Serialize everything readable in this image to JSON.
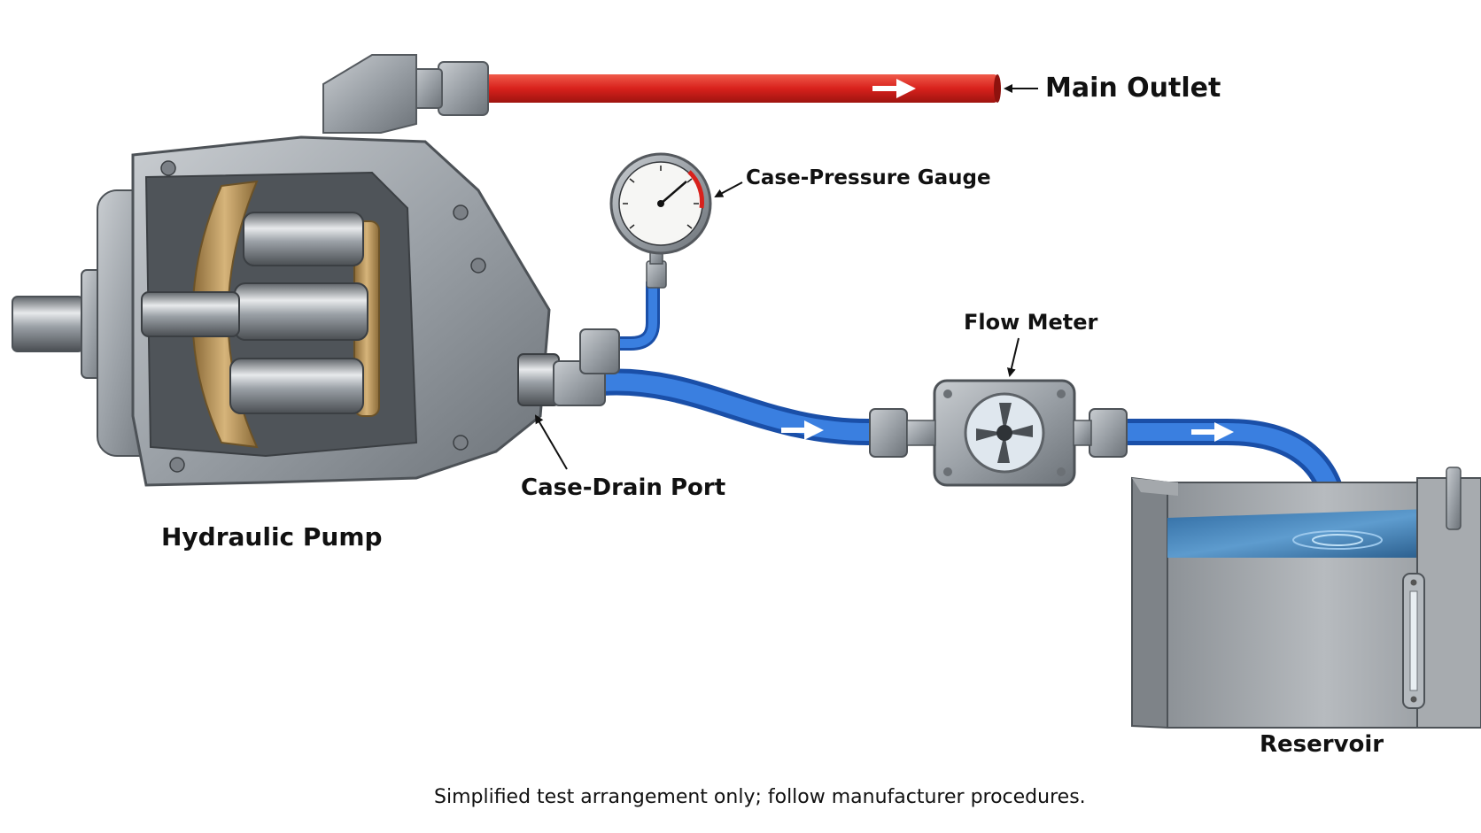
{
  "labels": {
    "main_outlet": "Main Outlet",
    "case_pressure_gauge": "Case-Pressure Gauge",
    "flow_meter": "Flow Meter",
    "case_drain_port": "Case-Drain Port",
    "hydraulic_pump": "Hydraulic Pump",
    "reservoir": "Reservoir"
  },
  "footnote": "Simplified test arrangement only; follow manufacturer procedures.",
  "colors": {
    "pressure_line": "#d8211c",
    "drain_line": "#2467d0",
    "steel": "#9ea3a8",
    "bronze": "#b8955a",
    "water": "#3d7fb8"
  }
}
